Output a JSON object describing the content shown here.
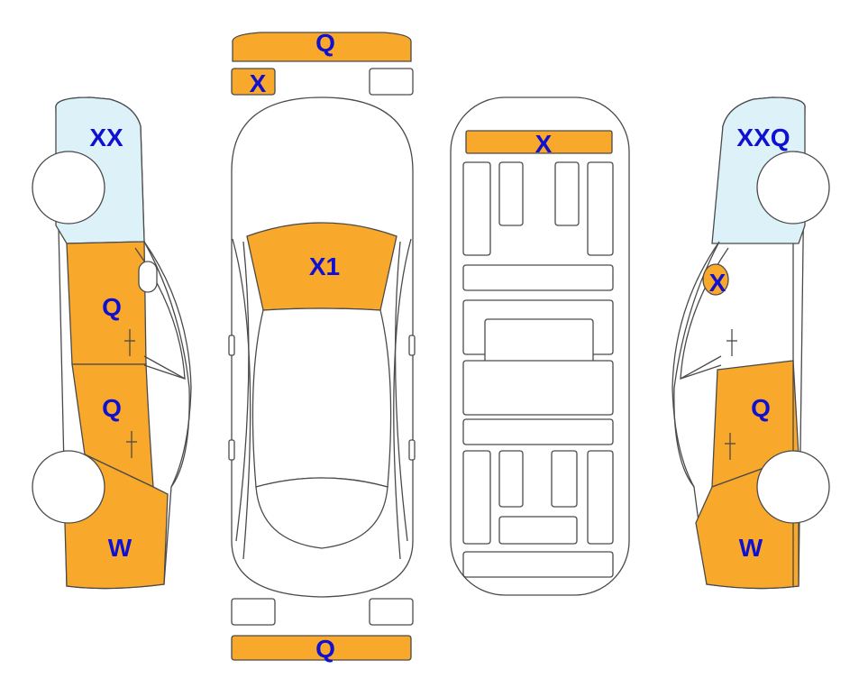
{
  "colors": {
    "damage_fill": "#F8A82B",
    "glass_fill": "#DDF1F8",
    "body_fill": "#FFFFFF",
    "outline": "#4A4A4A",
    "marker_text": "#1010D0",
    "background": "#FFFFFF"
  },
  "markers": {
    "front_bumper": "Q",
    "front_plate": "X",
    "hood": "X1",
    "roof_panel": "X",
    "rear_bumper": "Q",
    "left_windshield": "XX",
    "left_front_door": "Q",
    "left_rear_door": "Q",
    "left_rear_quarter": "W",
    "right_windshield": "XXQ",
    "right_mirror": "X",
    "right_door": "Q",
    "right_rear_quarter": "W"
  }
}
